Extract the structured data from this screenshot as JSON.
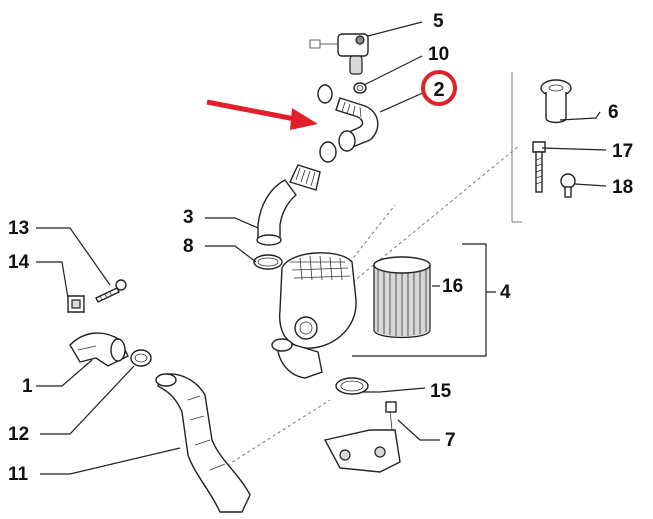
{
  "callouts": {
    "c1": "1",
    "c2": "2",
    "c3": "3",
    "c4": "4",
    "c5": "5",
    "c6": "6",
    "c7": "7",
    "c8": "8",
    "c10": "10",
    "c11": "11",
    "c12": "12",
    "c13": "13",
    "c14": "14",
    "c15": "15",
    "c16": "16",
    "c17": "17",
    "c18": "18"
  },
  "highlight": {
    "part": "2",
    "ring_color": "#e0202a",
    "arrow_color": "#e0202a"
  },
  "icons": {
    "pointer": "red-arrow-icon"
  }
}
